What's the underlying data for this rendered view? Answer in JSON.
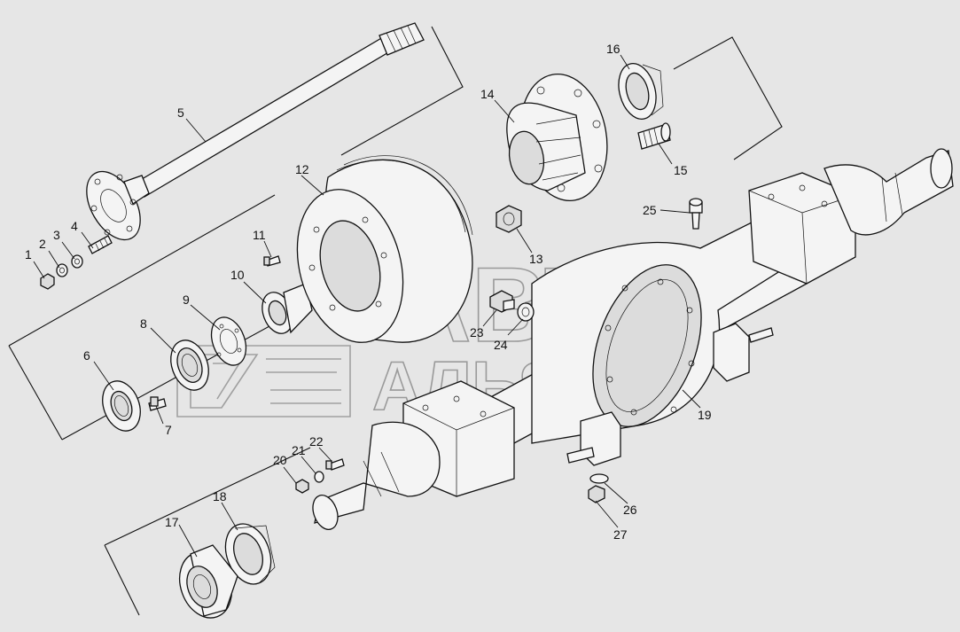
{
  "watermark": {
    "line1": "АВТО",
    "line2": "АЛЬЯНС"
  },
  "callouts": {
    "c1": "1",
    "c2": "2",
    "c3": "3",
    "c4": "4",
    "c5": "5",
    "c6": "6",
    "c7": "7",
    "c8": "8",
    "c9": "9",
    "c10": "10",
    "c11": "11",
    "c12": "12",
    "c13": "13",
    "c14": "14",
    "c15": "15",
    "c16": "16",
    "c17": "17",
    "c18": "18",
    "c19": "19",
    "c20": "20",
    "c21": "21",
    "c22": "22",
    "c23": "23",
    "c24": "24",
    "c25": "25",
    "c26": "26",
    "c27": "27"
  }
}
